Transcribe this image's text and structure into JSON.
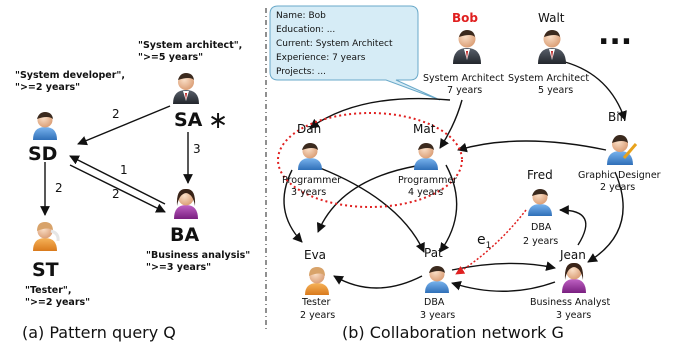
{
  "pattern": {
    "nodes": {
      "sa": {
        "name": "SA",
        "star": "∗",
        "req_line1": "\"System architect\",",
        "req_line2": "\">=5 years\""
      },
      "sd": {
        "name": "SD",
        "req_line1": "\"System developer\",",
        "req_line2": "\">=2 years\""
      },
      "st": {
        "name": "ST",
        "req_line1": "\"Tester\",",
        "req_line2": "\">=2 years\""
      },
      "ba": {
        "name": "BA",
        "req_line1": "\"Business analysis\"",
        "req_line2": "\">=3 years\""
      }
    },
    "edges": {
      "sa_sd": "2",
      "sa_ba": "3",
      "sd_st": "2",
      "ba_sd": "1",
      "sd_ba": "2"
    },
    "caption": "(a) Pattern query Q"
  },
  "network": {
    "nodes": {
      "bob": {
        "name": "Bob",
        "role": "System Architect",
        "years": "7 years"
      },
      "walt": {
        "name": "Walt",
        "role": "System Architect",
        "years": "5 years"
      },
      "bill": {
        "name": "Bill",
        "role": "Graphic Designer",
        "years": "2 years"
      },
      "dan": {
        "name": "Dan",
        "role": "Programmer",
        "years": "3 years"
      },
      "mat": {
        "name": "Mat",
        "role": "Programmer",
        "years": "4 years"
      },
      "fred": {
        "name": "Fred",
        "role": "DBA",
        "years": "2 years"
      },
      "eva": {
        "name": "Eva",
        "role": "Tester",
        "years": "2 years"
      },
      "pat": {
        "name": "Pat",
        "role": "DBA",
        "years": "3 years"
      },
      "jean": {
        "name": "Jean",
        "role": "Business Analyst",
        "years": "3 years"
      }
    },
    "ellipsis": "...",
    "edge_label": {
      "base": "e",
      "sub": "1"
    },
    "profile": {
      "line1": "Name: Bob",
      "line2": "Education: ...",
      "line3": "Current: System Architect",
      "line4": "Experience: 7 years",
      "line5": "Projects: ..."
    },
    "caption": "(b) Collaboration network G"
  },
  "colors": {
    "highlight": "#e02020",
    "bubble_fill": "#d6ecf6",
    "bubble_stroke": "#6aa9c9",
    "suit": "#3a3f47",
    "shirt_blue": "#4a8fd8",
    "skin": "#f3c9a6"
  }
}
